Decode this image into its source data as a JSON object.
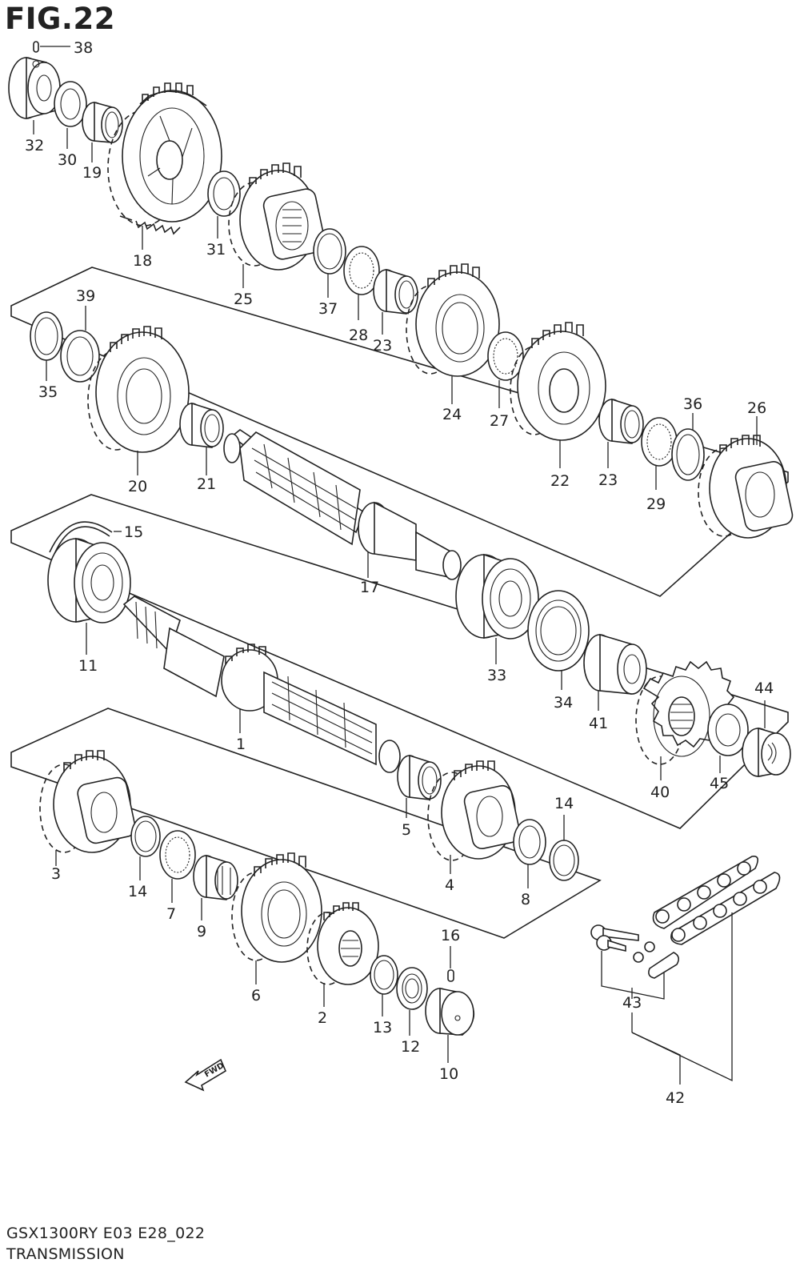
{
  "figure": {
    "title": "FIG.22",
    "model_code": "GSX1300RY  E03  E28_022",
    "section": "TRANSMISSION"
  },
  "direction_marker": "FWD",
  "part_labels": [
    {
      "id": "p38",
      "text": "38"
    },
    {
      "id": "p32",
      "text": "32"
    },
    {
      "id": "p30",
      "text": "30"
    },
    {
      "id": "p19",
      "text": "19"
    },
    {
      "id": "p18",
      "text": "18"
    },
    {
      "id": "p31",
      "text": "31"
    },
    {
      "id": "p25",
      "text": "25"
    },
    {
      "id": "p37",
      "text": "37"
    },
    {
      "id": "p28",
      "text": "28"
    },
    {
      "id": "p23a",
      "text": "23"
    },
    {
      "id": "p24",
      "text": "24"
    },
    {
      "id": "p27",
      "text": "27"
    },
    {
      "id": "p22",
      "text": "22"
    },
    {
      "id": "p23b",
      "text": "23"
    },
    {
      "id": "p29",
      "text": "29"
    },
    {
      "id": "p36",
      "text": "36"
    },
    {
      "id": "p26",
      "text": "26"
    },
    {
      "id": "p39",
      "text": "39"
    },
    {
      "id": "p35",
      "text": "35"
    },
    {
      "id": "p20",
      "text": "20"
    },
    {
      "id": "p21",
      "text": "21"
    },
    {
      "id": "p17",
      "text": "17"
    },
    {
      "id": "p15",
      "text": "15"
    },
    {
      "id": "p11",
      "text": "11"
    },
    {
      "id": "p33",
      "text": "33"
    },
    {
      "id": "p34",
      "text": "34"
    },
    {
      "id": "p41",
      "text": "41"
    },
    {
      "id": "p1",
      "text": "1"
    },
    {
      "id": "p44",
      "text": "44"
    },
    {
      "id": "p40",
      "text": "40"
    },
    {
      "id": "p45",
      "text": "45"
    },
    {
      "id": "p5",
      "text": "5"
    },
    {
      "id": "p14a",
      "text": "14"
    },
    {
      "id": "p3",
      "text": "3"
    },
    {
      "id": "p14b",
      "text": "14"
    },
    {
      "id": "p7",
      "text": "7"
    },
    {
      "id": "p9",
      "text": "9"
    },
    {
      "id": "p4",
      "text": "4"
    },
    {
      "id": "p8",
      "text": "8"
    },
    {
      "id": "p6",
      "text": "6"
    },
    {
      "id": "p2",
      "text": "2"
    },
    {
      "id": "p16",
      "text": "16"
    },
    {
      "id": "p13",
      "text": "13"
    },
    {
      "id": "p12",
      "text": "12"
    },
    {
      "id": "p10",
      "text": "10"
    },
    {
      "id": "p43",
      "text": "43"
    },
    {
      "id": "p42",
      "text": "42"
    }
  ]
}
